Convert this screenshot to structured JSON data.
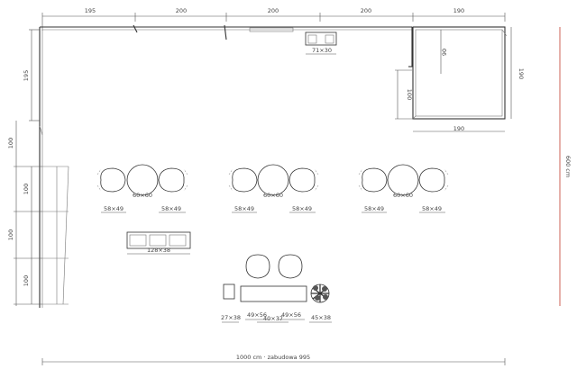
{
  "top_dims": [
    "195",
    "200",
    "200",
    "200",
    "190"
  ],
  "left_dims": {
    "upper": "195",
    "d1": "100",
    "d2": "100",
    "d3": "100",
    "d4": "100"
  },
  "room": {
    "box_height": "90",
    "box_side": "100",
    "box_height_right": "190",
    "box_width": "190",
    "total_height": "600 cm"
  },
  "cabinet": {
    "label": "71×30"
  },
  "table_sets": [
    {
      "table": "60×60",
      "chair_left": "58×49",
      "chair_right": "58×49"
    },
    {
      "table": "60×60",
      "chair_left": "58×49",
      "chair_right": "58×49"
    },
    {
      "table": "60×60",
      "chair_left": "58×49",
      "chair_right": "58×49"
    }
  ],
  "bench": {
    "label": "128×38"
  },
  "lounge": {
    "side_left": "27×38",
    "chair_left": "49×56",
    "table": "40×37",
    "chair_right": "49×56",
    "plant": "45×38"
  },
  "bottom_dim": "1000 cm · zabudowa 995",
  "colors": {
    "line": "#333333",
    "accent": "#c0392b"
  }
}
